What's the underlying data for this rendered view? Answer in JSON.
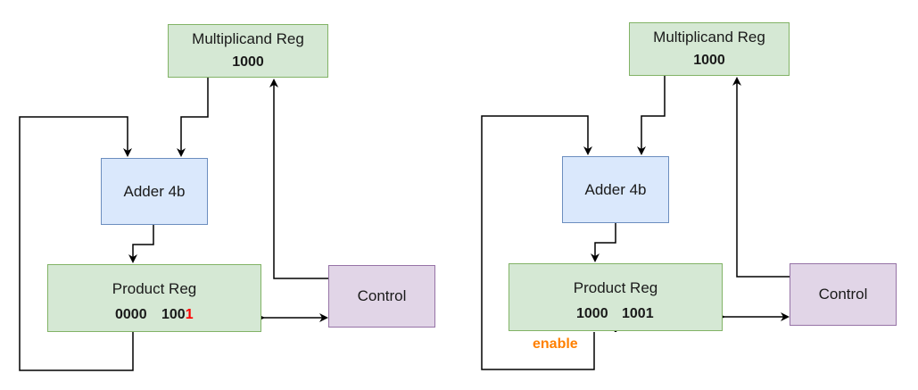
{
  "colors": {
    "register_fill": "#d5e8d4",
    "register_border": "#82b366",
    "adder_fill": "#dae8fc",
    "adder_border": "#6c8ebf",
    "control_fill": "#e1d5e7",
    "control_border": "#9673a6",
    "highlight_bit": "#ff0000",
    "enable_label": "#ff8000"
  },
  "left": {
    "multiplicand": {
      "label": "Multiplicand Reg",
      "value": "1000"
    },
    "adder": {
      "label": "Adder 4b"
    },
    "product": {
      "label": "Product Reg",
      "high": "0000",
      "low_prefix": "100",
      "low_last_bit": "1"
    },
    "control": {
      "label": "Control"
    }
  },
  "right": {
    "multiplicand": {
      "label": "Multiplicand Reg",
      "value": "1000"
    },
    "adder": {
      "label": "Adder 4b"
    },
    "product": {
      "label": "Product Reg",
      "high": "1000",
      "low": "1001"
    },
    "control": {
      "label": "Control"
    },
    "annotation": "enable"
  }
}
